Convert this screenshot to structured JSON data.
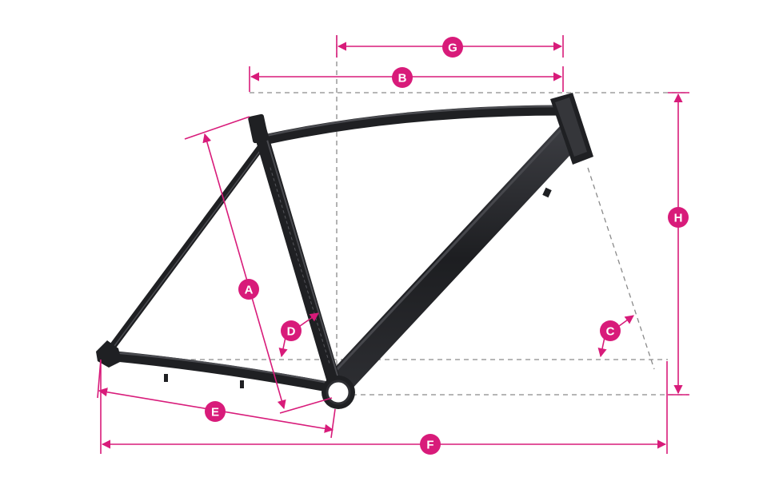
{
  "diagram": {
    "labels": {
      "a": "A",
      "b": "B",
      "c": "C",
      "d": "D",
      "e": "E",
      "f": "F",
      "g": "G",
      "h": "H"
    },
    "colors": {
      "accent": "#d81b7a",
      "frame": "#222326",
      "guide": "#8a8a8a",
      "background": "#ffffff"
    },
    "subject": "bicycle-frame-geometry"
  }
}
